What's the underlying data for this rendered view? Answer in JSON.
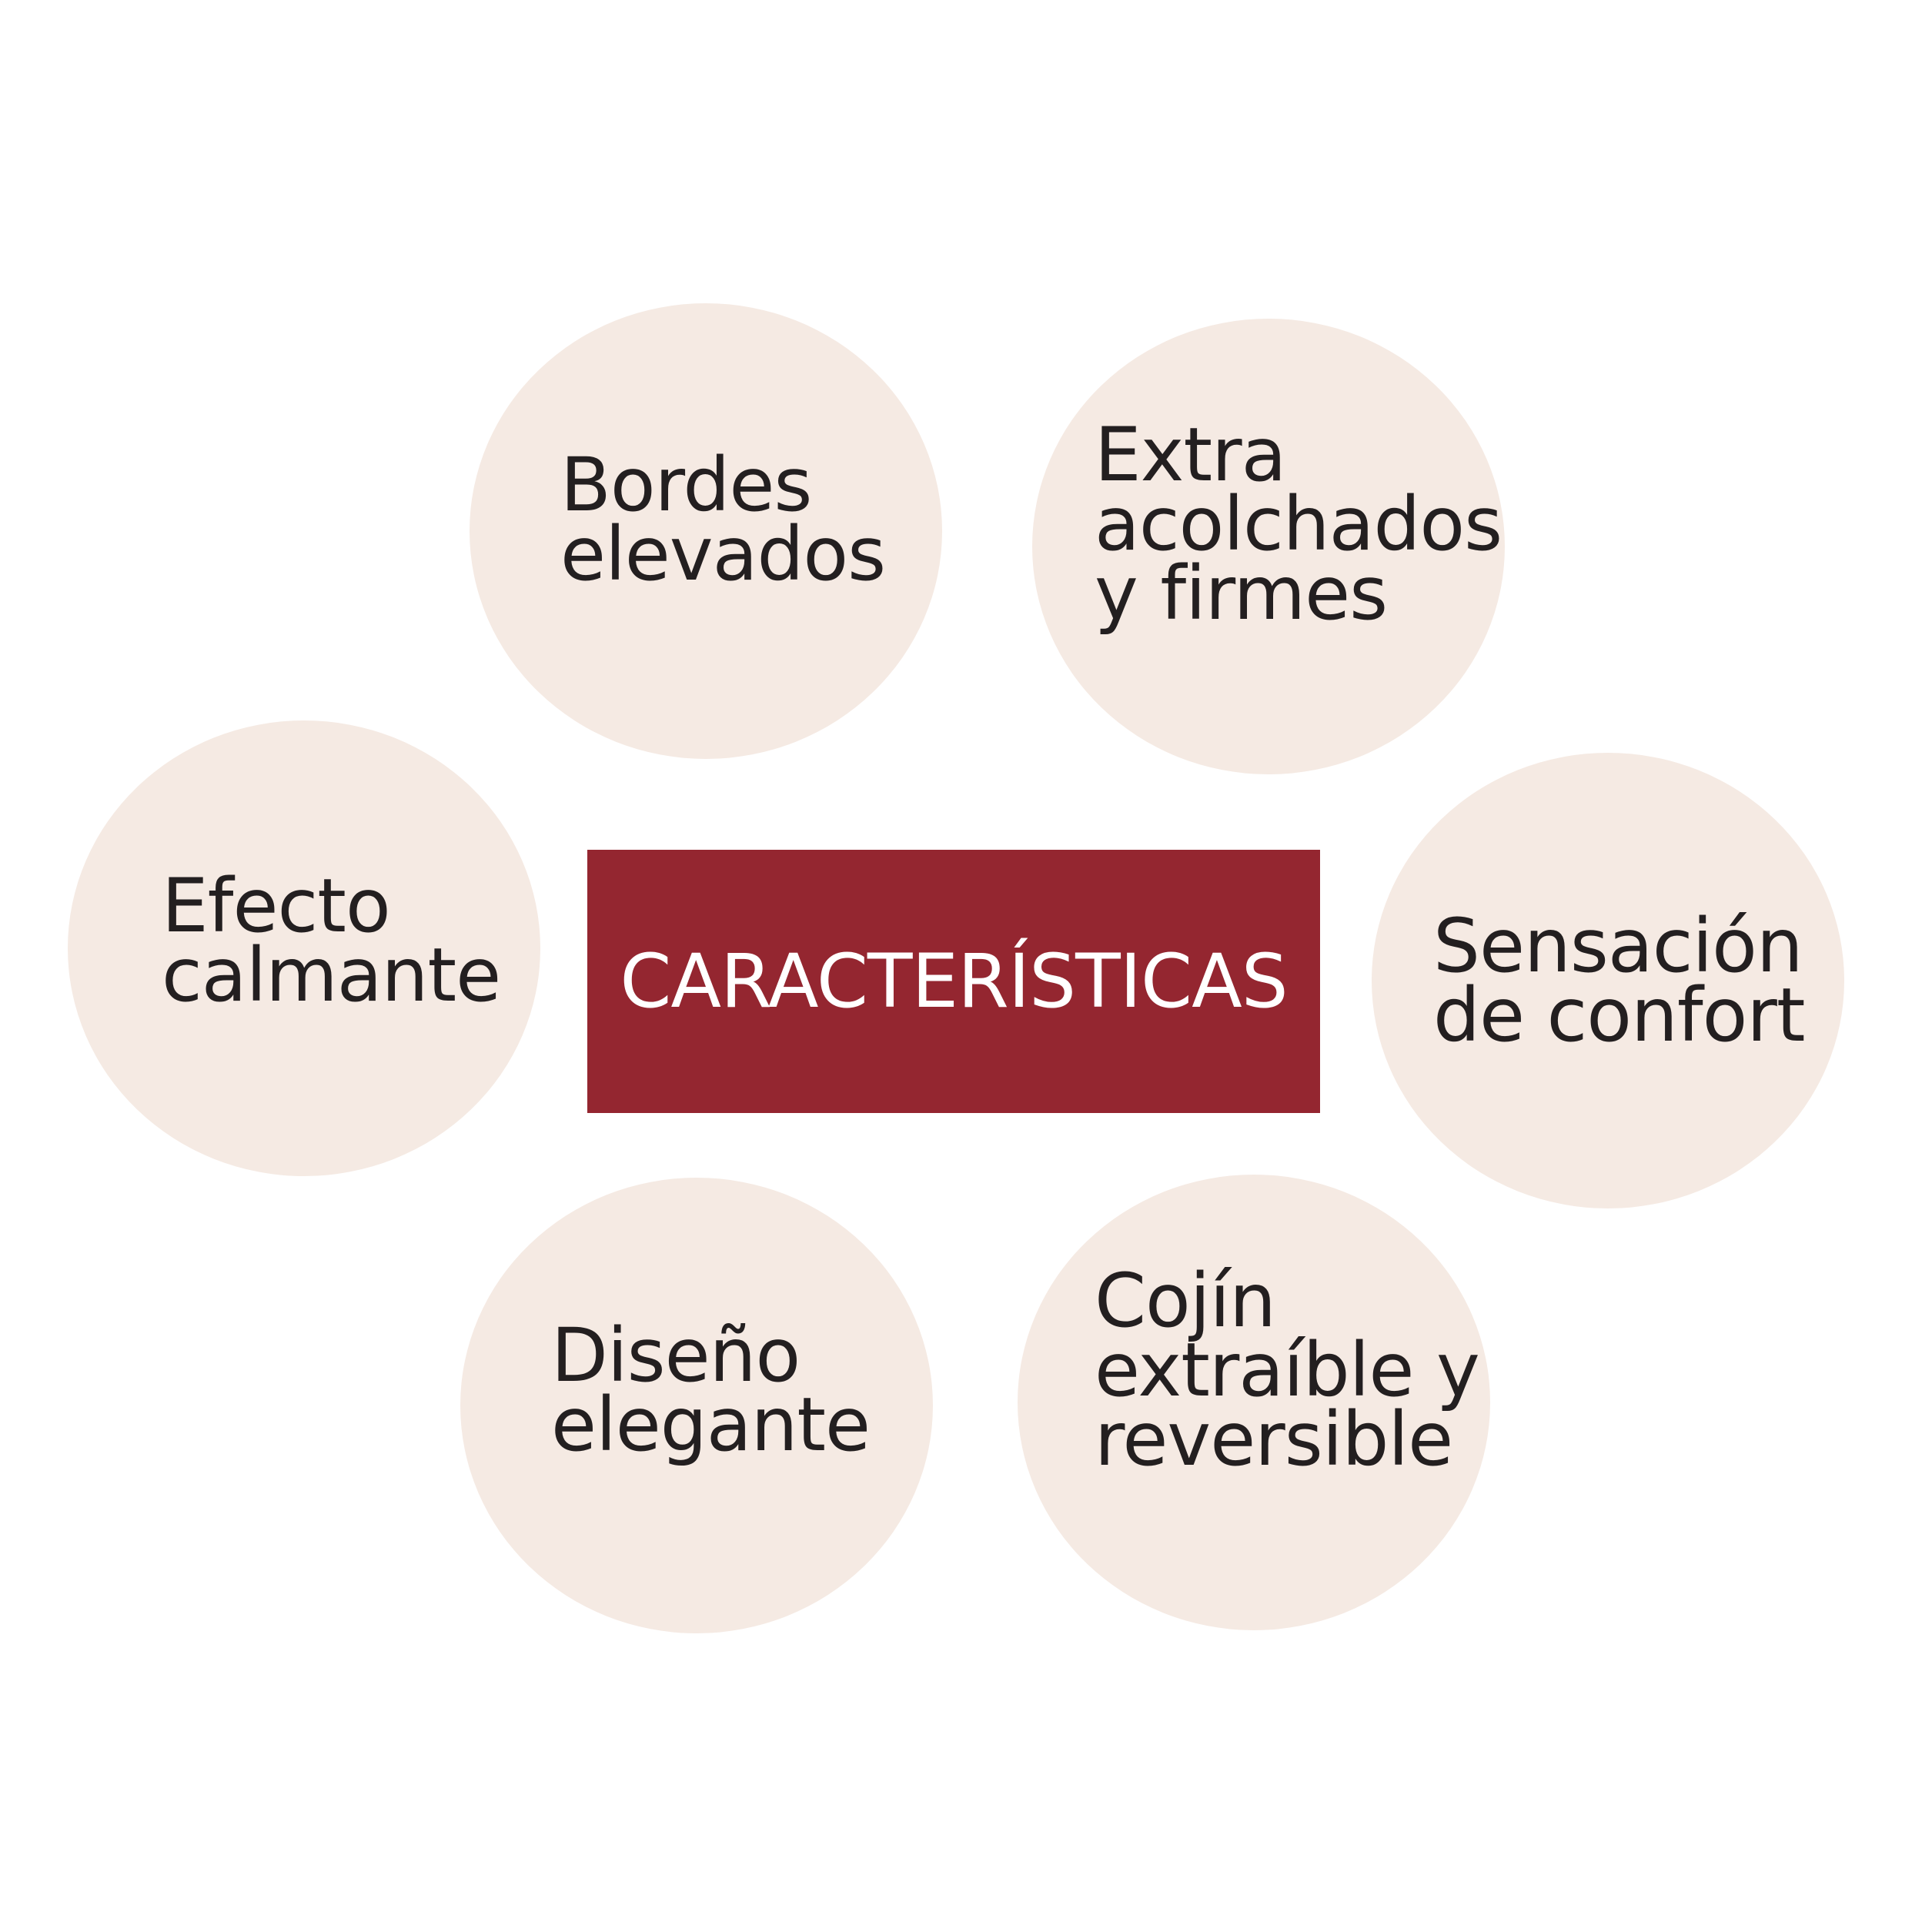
{
  "colors": {
    "background": "#ffffff",
    "bubble_fill": "#f5eae3",
    "center_fill": "#942630",
    "bubble_text": "#231f20",
    "center_text": "#ffffff"
  },
  "center": {
    "title": "CARACTERÍSTICAS"
  },
  "features": [
    {
      "text": "Bordes\nelevados"
    },
    {
      "text": "Extra\nacolchados\ny firmes"
    },
    {
      "text": "Efecto\ncalmante"
    },
    {
      "text": "Sensación\nde confort"
    },
    {
      "text": "Diseño\nelegante"
    },
    {
      "text": "Cojín\nextraíble y\nreversible"
    }
  ]
}
